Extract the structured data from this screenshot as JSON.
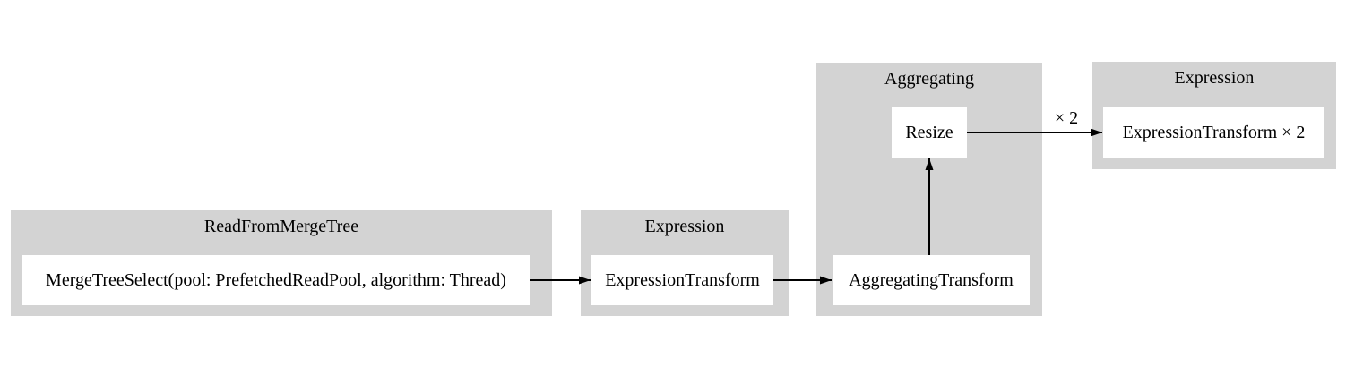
{
  "diagram": {
    "kind": "query-pipeline-graph",
    "colors": {
      "cluster_fill": "#d3d3d3",
      "node_fill": "#ffffff",
      "edge": "#000000",
      "text": "#000000",
      "background": "#ffffff"
    },
    "clusters": [
      {
        "title": "ReadFromMergeTree",
        "nodes": [
          {
            "label": "MergeTreeSelect(pool: PrefetchedReadPool, algorithm: Thread)"
          }
        ]
      },
      {
        "title": "Expression",
        "nodes": [
          {
            "label": "ExpressionTransform"
          }
        ]
      },
      {
        "title": "Aggregating",
        "nodes": [
          {
            "label": "Resize"
          },
          {
            "label": "AggregatingTransform"
          }
        ]
      },
      {
        "title": "Expression",
        "nodes": [
          {
            "label": "ExpressionTransform × 2"
          }
        ]
      }
    ],
    "edges": [
      {
        "from": "MergeTreeSelect(pool: PrefetchedReadPool, algorithm: Thread)",
        "to": "ExpressionTransform",
        "label": ""
      },
      {
        "from": "ExpressionTransform",
        "to": "AggregatingTransform",
        "label": ""
      },
      {
        "from": "AggregatingTransform",
        "to": "Resize",
        "label": ""
      },
      {
        "from": "Resize",
        "to": "ExpressionTransform × 2",
        "label": "× 2"
      }
    ]
  }
}
